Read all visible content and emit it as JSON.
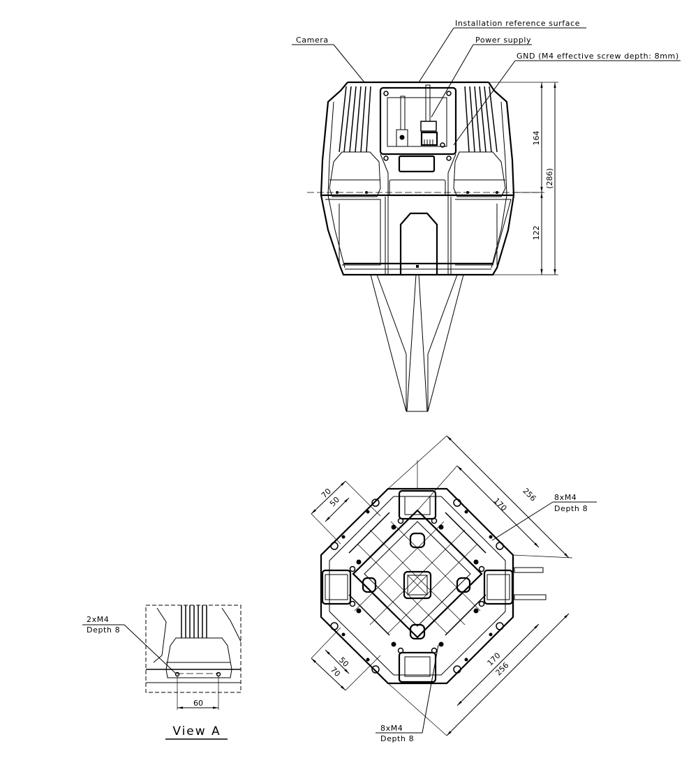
{
  "front_view": {
    "callouts": {
      "installation": "Installation reference surface",
      "camera": "Camera",
      "power": "Power supply",
      "gnd": "GND (M4 effective screw depth: 8mm)"
    },
    "dimensions": {
      "upper": "164",
      "lower": "122",
      "total": "(286)"
    }
  },
  "bottom_view": {
    "dimensions": {
      "outer_diag_top": "256",
      "inner_diag_top": "170",
      "outer_diag_bottom": "256",
      "inner_diag_bottom": "170",
      "side_top_outer": "70",
      "side_top_inner": "50",
      "side_bottom_outer": "70",
      "side_bottom_inner": "50"
    },
    "callouts": {
      "top_thread": "8xM4",
      "top_depth": "Depth 8",
      "bottom_thread": "8xM4",
      "bottom_depth": "Depth 8"
    }
  },
  "view_a": {
    "title": "View A",
    "callout_thread": "2xM4",
    "callout_depth": "Depth 8",
    "hole_spacing": "60"
  }
}
